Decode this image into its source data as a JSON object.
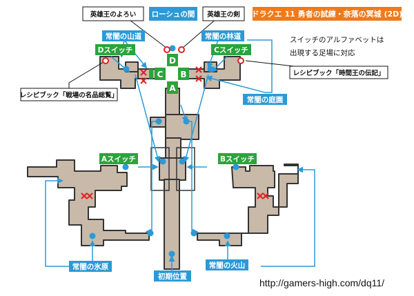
{
  "title": "ドラクエ 11 勇者の試練・奈落の冥城 (2D)",
  "note": [
    "スイッチのアルファベットは",
    "出現する足場に対応"
  ],
  "url": "http://gamers-high.com/dq11/",
  "locations": {
    "rosh": "ローシュの間",
    "mountain_path": "常闇の山道",
    "forest_path": "常闇の林道",
    "garden": "常闇の庭園",
    "ice_field": "常闇の氷原",
    "volcano": "常闇の火山",
    "start": "初期位置"
  },
  "switches": {
    "d": "Dスイッチ",
    "c": "Cスイッチ",
    "a": "Aスイッチ",
    "b": "Bスイッチ"
  },
  "items": {
    "hero_armor": "英雄王のよろい",
    "hero_sword": "英雄王の剣",
    "recipe_left": "レシピブック「戦場の名品総覧」",
    "recipe_right": "レシピブック「時間王の伝記」"
  },
  "platforms": {
    "d": "D",
    "c": "C",
    "b": "B",
    "a": "A"
  },
  "colors": {
    "accent_orange": "#f07a1a",
    "label_blue": "#2b9ad6",
    "switch_green": "#2aa43c",
    "chest_red": "#e02020",
    "floor": "#c8b9a9"
  }
}
